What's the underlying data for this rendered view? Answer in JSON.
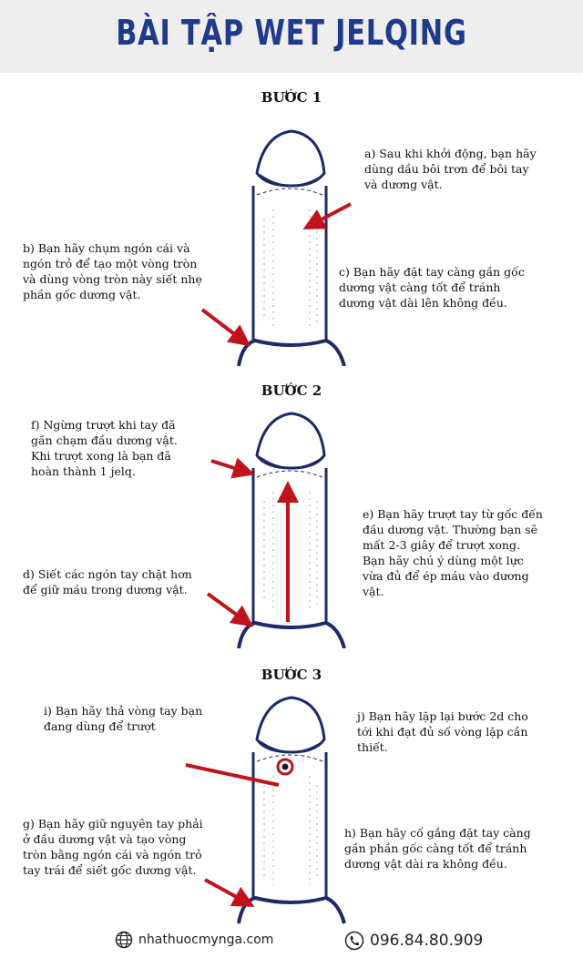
{
  "header": {
    "title": "BÀI TẬP WET JELQING"
  },
  "steps": [
    {
      "title": "BƯỚC 1",
      "notes": {
        "a": "a) Sau khi khởi động, bạn hãy dùng dầu bôi trơn để bôi tay và dương vật.",
        "b": "b) Bạn hãy chụm ngón cái và ngón trỏ để tạo một vòng tròn và dùng vòng tròn này siết nhẹ phần gốc dương vật.",
        "c": "c) Bạn hãy đặt tay càng gần gốc dương vật càng tốt để tránh dương vật dài lên không đều."
      }
    },
    {
      "title": "BƯỚC 2",
      "notes": {
        "f": "f) Ngừng trượt khi tay đã gần chạm đầu dương vật. Khi trượt xong là bạn đã hoàn thành 1 jelq.",
        "d": "d) Siết các ngón tay chặt hơn để giữ máu trong dương vật.",
        "e": "e) Bạn hãy trượt tay từ gốc đến đầu dương vật. Thường bạn sẽ mất 2-3 giây để trượt xong. Bạn hãy chú ý dùng một lực vừa đủ để ép máu vào dương vật."
      }
    },
    {
      "title": "BƯỚC 3",
      "notes": {
        "i": "i) Bạn hãy thả vòng tay bạn đang dùng để trượt",
        "j": "j) Bạn hãy lặp lại bước 2d cho tới khi đạt đủ số vòng lặp cần thiết.",
        "g": "g) Bạn hãy giữ nguyên tay phải ở đầu dương vật và tạo vòng tròn bằng ngón cái và ngón trỏ tay trái để siết gốc dương vật.",
        "h": "h) Bạn hãy cố gắng đặt tay càng gần phần gốc càng tốt để tránh dương vật dài ra không đều."
      }
    }
  ],
  "footer": {
    "website": "nhathuocmynga.com",
    "phone": "096.84.80.909"
  },
  "colors": {
    "title": "#1f3a8a",
    "arrow": "#c0131b",
    "ink": "#1e2a66",
    "header_bg": "#eeeeee"
  }
}
